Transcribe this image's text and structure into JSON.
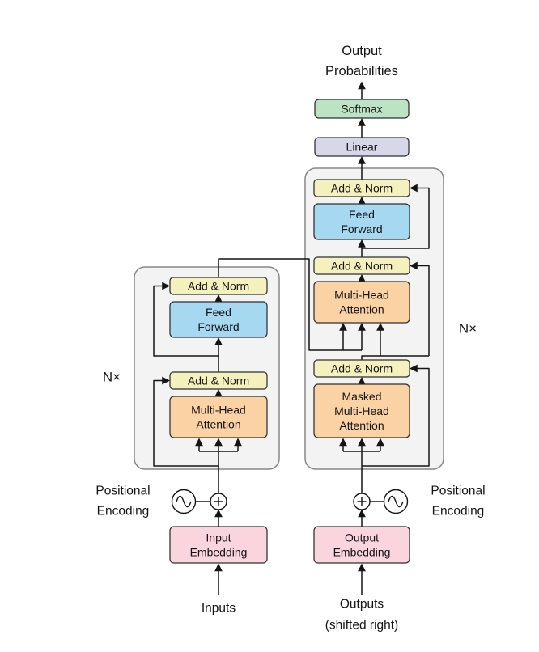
{
  "colors": {
    "add_norm": "#f5f1be",
    "feed_forward": "#a6d9f1",
    "attention": "#fbd2a4",
    "embedding": "#fbd5dd",
    "softmax": "#bde3c5",
    "linear": "#d8d7e9",
    "container": "#f3f3f3"
  },
  "output_head": {
    "output_probabilities": [
      "Output",
      "Probabilities"
    ],
    "softmax": "Softmax",
    "linear": "Linear"
  },
  "blocks": {
    "add_norm": "Add & Norm",
    "feed_forward": [
      "Feed",
      "Forward"
    ],
    "multi_head_attention": [
      "Multi-Head",
      "Attention"
    ],
    "masked_multi_head_attention": [
      "Masked",
      "Multi-Head",
      "Attention"
    ]
  },
  "encoder": {
    "repeat_label": "N×"
  },
  "decoder": {
    "repeat_label": "N×"
  },
  "embeddings": {
    "input": [
      "Input",
      "Embedding"
    ],
    "output": [
      "Output",
      "Embedding"
    ]
  },
  "positional_encoding": [
    "Positional",
    "Encoding"
  ],
  "io": {
    "inputs": "Inputs",
    "outputs": [
      "Outputs",
      "(shifted right)"
    ]
  }
}
